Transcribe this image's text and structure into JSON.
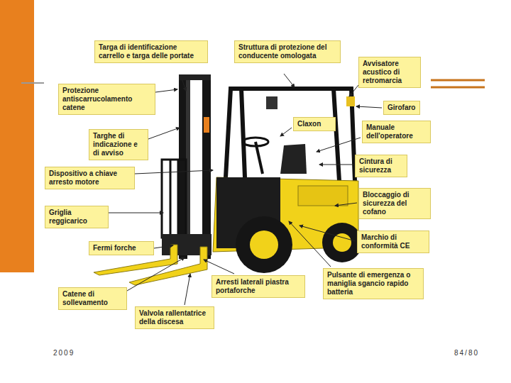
{
  "diagram": {
    "nodes": [
      {
        "text": [
          "Targa di identificazione carrello e targa delle portate"
        ]
      },
      {
        "text": [
          "Struttura di protezione del conducente omologata"
        ]
      },
      {
        "text": [
          "Avvisatore acustico di retromarcia"
        ]
      },
      {
        "text": [
          "Protezione antiscarrucolamento catene"
        ]
      },
      {
        "text": [
          "Girofaro"
        ]
      },
      {
        "text": [
          "Claxon"
        ]
      },
      {
        "text": [
          "Manuale dell'operatore"
        ]
      },
      {
        "text": [
          "Targhe di indicazione e di avviso"
        ]
      },
      {
        "text": [
          "Cintura di sicurezza"
        ]
      },
      {
        "text": [
          "Dispositivo a chiave arresto motore"
        ]
      },
      {
        "text": [
          "Bloccaggio di sicurezza del cofano"
        ]
      },
      {
        "text": [
          "Griglia reggicarico"
        ]
      },
      {
        "text": [
          "Marchio di conformità CE"
        ]
      },
      {
        "text": [
          "Fermi forche"
        ]
      },
      {
        "text": [
          "Pulsante di emergenza o maniglia sgancio rapido batteria"
        ]
      },
      {
        "text": [
          "Catene di sollevamento"
        ]
      },
      {
        "text": [
          "Arresti laterali piastra portaforche"
        ]
      },
      {
        "text": [
          "Valvola rallentatrice della discesa"
        ]
      }
    ],
    "labels": [
      "2009",
      "84/80"
    ]
  }
}
